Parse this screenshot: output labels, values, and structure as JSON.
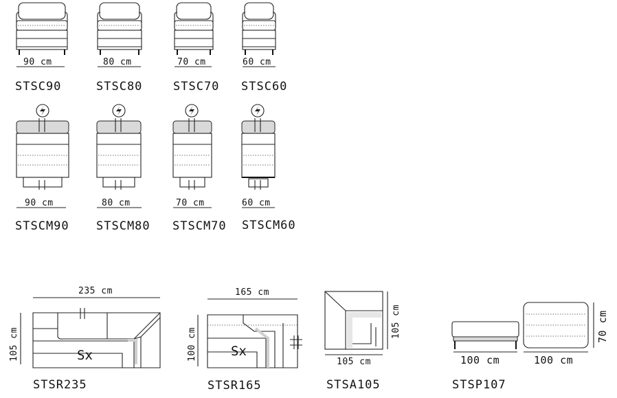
{
  "rows": {
    "seats": [
      {
        "code": "STSC90",
        "dimension": "90 cm"
      },
      {
        "code": "STSC80",
        "dimension": "80 cm"
      },
      {
        "code": "STSC70",
        "dimension": "70 cm"
      },
      {
        "code": "STSC60",
        "dimension": "60 cm"
      }
    ],
    "motion_seats": [
      {
        "code": "STSCM90",
        "dimension": "90 cm"
      },
      {
        "code": "STSCM80",
        "dimension": "80 cm"
      },
      {
        "code": "STSCM70",
        "dimension": "70 cm"
      },
      {
        "code": "STSCM60",
        "dimension": "60 cm"
      }
    ]
  },
  "power_icon": "power-lightning-icon",
  "bottom": {
    "stsr235": {
      "code": "STSR235",
      "width": "235 cm",
      "depth": "105 cm",
      "side": "Sx"
    },
    "stsr165": {
      "code": "STSR165",
      "width": "165 cm",
      "depth": "100 cm",
      "side": "Sx"
    },
    "stsa105": {
      "code": "STSA105",
      "width": "105 cm",
      "depth": "105 cm"
    },
    "stsp107": {
      "code": "STSP107",
      "width_front": "100 cm",
      "width_top": "100 cm",
      "depth": "70 cm"
    }
  }
}
